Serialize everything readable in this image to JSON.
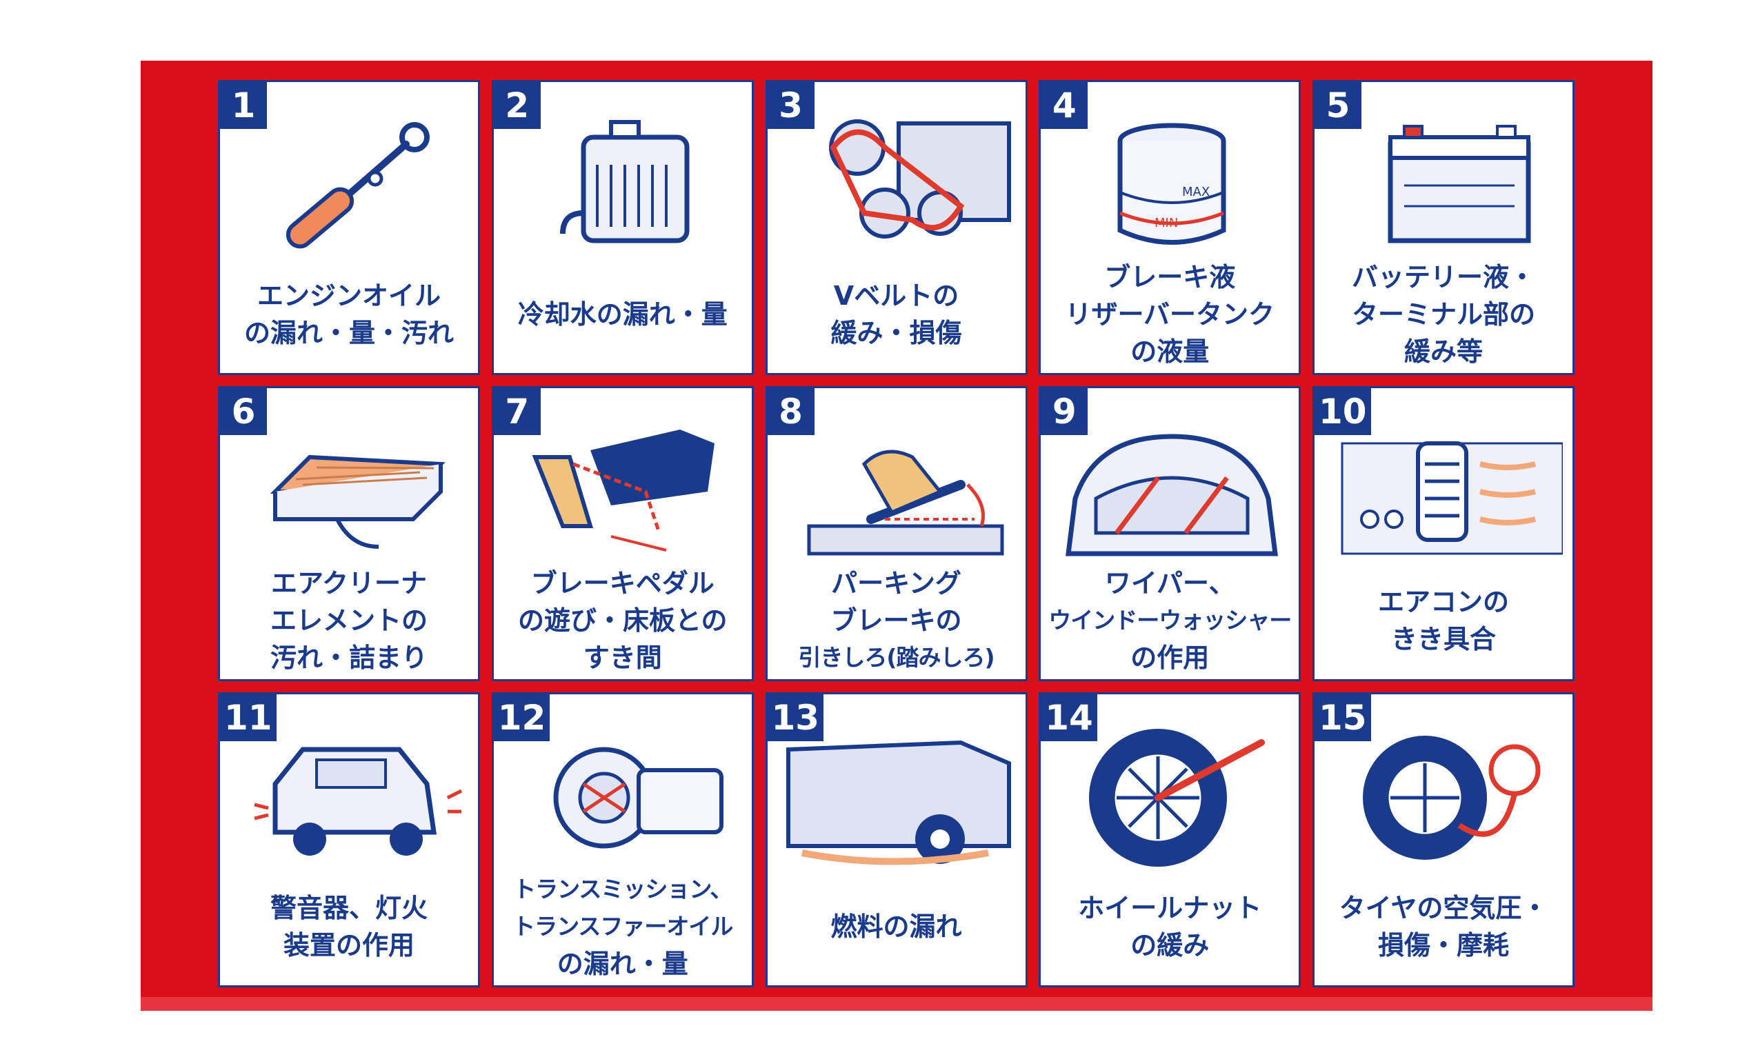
{
  "colors": {
    "panel": "#d9101c",
    "navy": "#1a3a8c",
    "accent_red": "#e03a2f",
    "card": "#ffffff"
  },
  "items": [
    {
      "number": "1",
      "icon": "dipstick-icon",
      "lines": [
        "エンジンオイル",
        "の漏れ・量・汚れ"
      ]
    },
    {
      "number": "2",
      "icon": "radiator-icon",
      "lines": [
        "冷却水の漏れ・量"
      ]
    },
    {
      "number": "3",
      "icon": "v-belt-icon",
      "lines": [
        "Vベルトの",
        "緩み・損傷"
      ]
    },
    {
      "number": "4",
      "icon": "reservoir-tank-icon",
      "lines": [
        "ブレーキ液",
        "リザーバータンク",
        "の液量"
      ],
      "max_label": "MAX",
      "min_label": "MIN"
    },
    {
      "number": "5",
      "icon": "battery-icon",
      "lines": [
        "バッテリー液・",
        "ターミナル部の",
        "緩み等"
      ]
    },
    {
      "number": "6",
      "icon": "air-filter-icon",
      "lines": [
        "エアクリーナ",
        "エレメントの",
        "汚れ・詰まり"
      ]
    },
    {
      "number": "7",
      "icon": "brake-pedal-icon",
      "lines": [
        "ブレーキペダル",
        "の遊び・床板との",
        "すき間"
      ]
    },
    {
      "number": "8",
      "icon": "parking-brake-icon",
      "lines": [
        "パーキング",
        "ブレーキの",
        "引きしろ(踏みしろ)"
      ]
    },
    {
      "number": "9",
      "icon": "wiper-icon",
      "lines": [
        "ワイパー、",
        "ウインドーウォッシャー",
        "の作用"
      ]
    },
    {
      "number": "10",
      "icon": "air-conditioner-icon",
      "lines": [
        "エアコンの",
        "きき具合"
      ]
    },
    {
      "number": "11",
      "icon": "car-lights-icon",
      "lines": [
        "警音器、灯火",
        "装置の作用"
      ]
    },
    {
      "number": "12",
      "icon": "transmission-icon",
      "lines": [
        "トランスミッション、",
        "トランスファーオイル",
        "の漏れ・量"
      ]
    },
    {
      "number": "13",
      "icon": "fuel-leak-icon",
      "lines": [
        "燃料の漏れ"
      ]
    },
    {
      "number": "14",
      "icon": "wheel-nut-icon",
      "lines": [
        "ホイールナット",
        "の緩み"
      ]
    },
    {
      "number": "15",
      "icon": "tire-pressure-icon",
      "lines": [
        "タイヤの空気圧・",
        "損傷・摩耗"
      ]
    }
  ]
}
